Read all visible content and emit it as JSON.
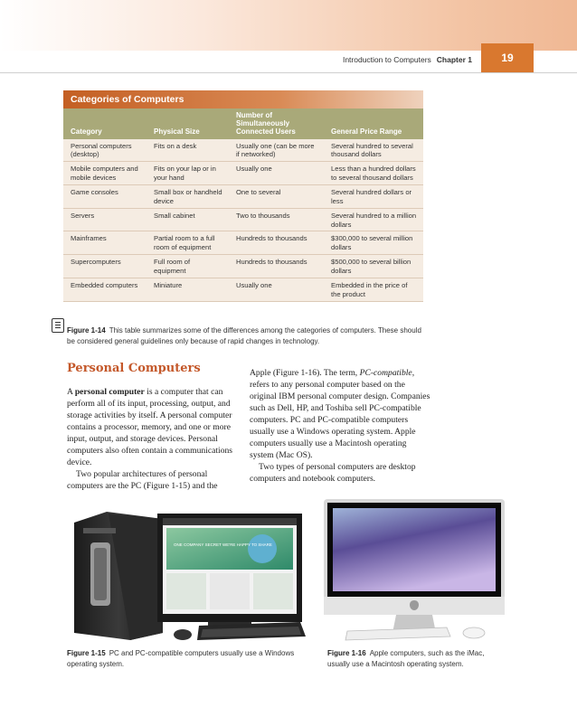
{
  "header": {
    "book_title": "Introduction to Computers",
    "chapter": "Chapter 1",
    "page_number": "19",
    "accent_color": "#d9782f"
  },
  "table": {
    "title": "Categories of Computers",
    "columns": [
      "Category",
      "Physical Size",
      "Number of Simultaneously Connected Users",
      "General Price Range"
    ],
    "rows": [
      [
        "Personal computers (desktop)",
        "Fits on a desk",
        "Usually one (can be more if networked)",
        "Several hundred to several thousand dollars"
      ],
      [
        "Mobile computers and mobile devices",
        "Fits on your lap or in your hand",
        "Usually one",
        "Less than a hundred dollars to several thousand dollars"
      ],
      [
        "Game consoles",
        "Small box or handheld device",
        "One to several",
        "Several hundred dollars or less"
      ],
      [
        "Servers",
        "Small cabinet",
        "Two to thousands",
        "Several hundred to a million dollars"
      ],
      [
        "Mainframes",
        "Partial room to a full room of equipment",
        "Hundreds to thousands",
        "$300,000 to several million dollars"
      ],
      [
        "Supercomputers",
        "Full room of equipment",
        "Hundreds to thousands",
        "$500,000 to several billion dollars"
      ],
      [
        "Embedded computers",
        "Miniature",
        "Usually one",
        "Embedded in the price of the product"
      ]
    ],
    "title_color": "#c45f23",
    "header_color": "#a9a979",
    "row_color": "#f5ece2"
  },
  "figure14": {
    "label": "Figure 1-14",
    "text": "This table summarizes some of the differences among the categories of computers. These should be considered general guidelines only because of rapid changes in technology."
  },
  "section": {
    "heading": "Personal Computers",
    "heading_color": "#c4582a",
    "left": {
      "p1_a": "A ",
      "p1_term": "personal computer",
      "p1_b": " is a computer that can perform all of its input, processing, output, and storage activities by itself. A personal computer contains a processor, memory, and one or more input, output, and storage devices. Personal computers also often contain a communications device.",
      "p2": "Two popular architectures of personal computers are the PC (Figure 1-15) and the"
    },
    "right": {
      "p1_a": "Apple (Figure 1-16). The term, ",
      "p1_term": "PC-compatible",
      "p1_b": ", refers to any personal computer based on the original IBM personal computer design. Companies such as Dell, HP, and Toshiba sell PC-compatible computers. PC and PC-compatible computers usually use a Windows operating system. Apple computers usually use a Macintosh operating system (Mac OS).",
      "p2": "Two types of personal computers are desktop computers and notebook computers."
    }
  },
  "figure15": {
    "label": "Figure 1-15",
    "text": "PC and PC-compatible computers usually use a Windows operating system.",
    "screen_text": "ONE COMPANY SECRET WE'RE HAPPY TO SHARE"
  },
  "figure16": {
    "label": "Figure 1-16",
    "text": "Apple computers, such as the iMac, usually use a Macintosh operating system."
  }
}
